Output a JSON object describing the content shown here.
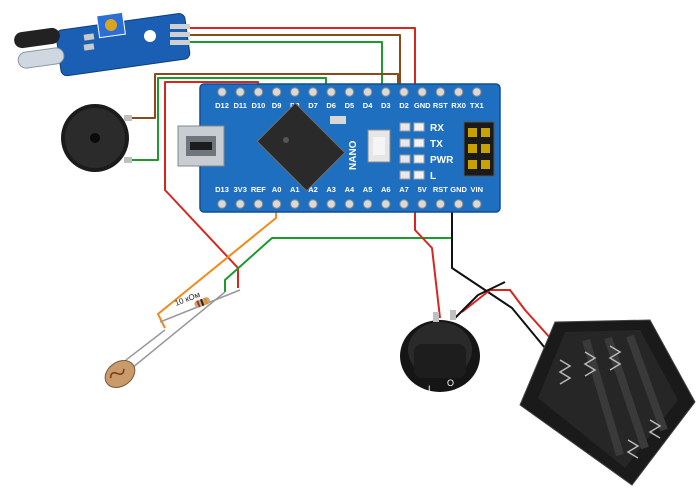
{
  "board": {
    "name": "NANO",
    "pins_top": [
      "D12",
      "D11",
      "D10",
      "D9",
      "D8",
      "D7",
      "D6",
      "D5",
      "D4",
      "D3",
      "D2",
      "GND",
      "RST",
      "RX0",
      "TX1"
    ],
    "pins_bottom": [
      "D13",
      "3V3",
      "REF",
      "A0",
      "A1",
      "A2",
      "A3",
      "A4",
      "A5",
      "A6",
      "A7",
      "5V",
      "RST",
      "GND",
      "VIN"
    ],
    "leds": [
      "RX",
      "TX",
      "PWR",
      "L"
    ]
  },
  "resistor": {
    "label": "10 кОм"
  },
  "switch": {
    "symbols": [
      "I",
      "O"
    ]
  },
  "colors": {
    "board": "#1f6fc1",
    "wire_red": "#d8261f",
    "wire_green": "#1c9a2e",
    "wire_brown": "#8b4a1a",
    "wire_orange": "#f08a1c",
    "wire_black": "#111111"
  }
}
